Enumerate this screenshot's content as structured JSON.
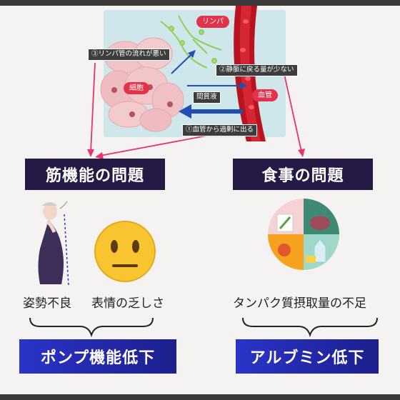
{
  "diagram": {
    "labels": {
      "lymph": "リンパ",
      "lymph_flow": "③リンパ管の流れが悪い",
      "venous_return": "②静脈に戻る量が少ない",
      "cell": "細胞",
      "interstitial": "間質液",
      "blood_vessel": "血管",
      "leak": "①血管から過剰に出る"
    },
    "left": {
      "header": "筋機能の問題",
      "caption_a": "姿勢不良",
      "caption_b": "表情の乏しさ",
      "result": "ポンプ機能低下"
    },
    "right": {
      "header": "食事の問題",
      "caption": "タンパク質摂取量の不足",
      "result": "アルブミン低下"
    },
    "icons": [
      "posture-figure-icon",
      "neutral-face-emoji-icon",
      "food-groups-plate-icon"
    ],
    "colors": {
      "navy": "#241a45",
      "blue": "#2a34c9",
      "red": "#e2334a",
      "arrow_pink": "#e8336b",
      "arrow_blue": "#1f4fb3"
    }
  }
}
